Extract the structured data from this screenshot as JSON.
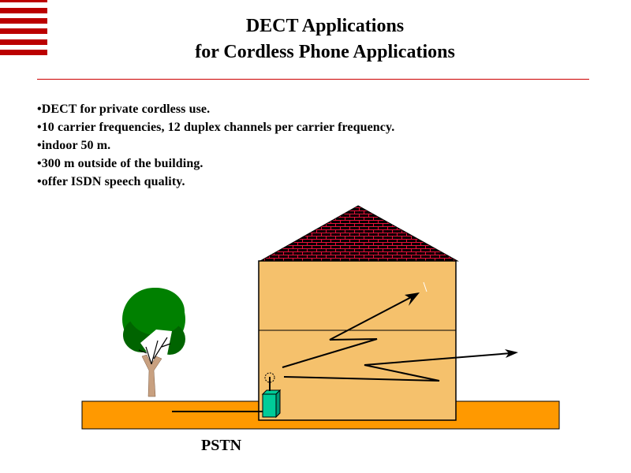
{
  "header": {
    "title_line1": "DECT Applications",
    "title_line2": "for Cordless Phone Applications"
  },
  "bullets": [
    "DECT for private cordless use.",
    "10 carrier frequencies, 12 duplex channels per carrier frequency.",
    "indoor 50 m.",
    "300 m outside of the building.",
    "offer ISDN speech quality."
  ],
  "diagram": {
    "network_label": "PSTN"
  },
  "colors": {
    "accent_red": "#BB0000",
    "ground": "#FF9900",
    "house_wall": "#F5C16C",
    "base_station": "#00CC99",
    "tree_green": "#008000"
  }
}
